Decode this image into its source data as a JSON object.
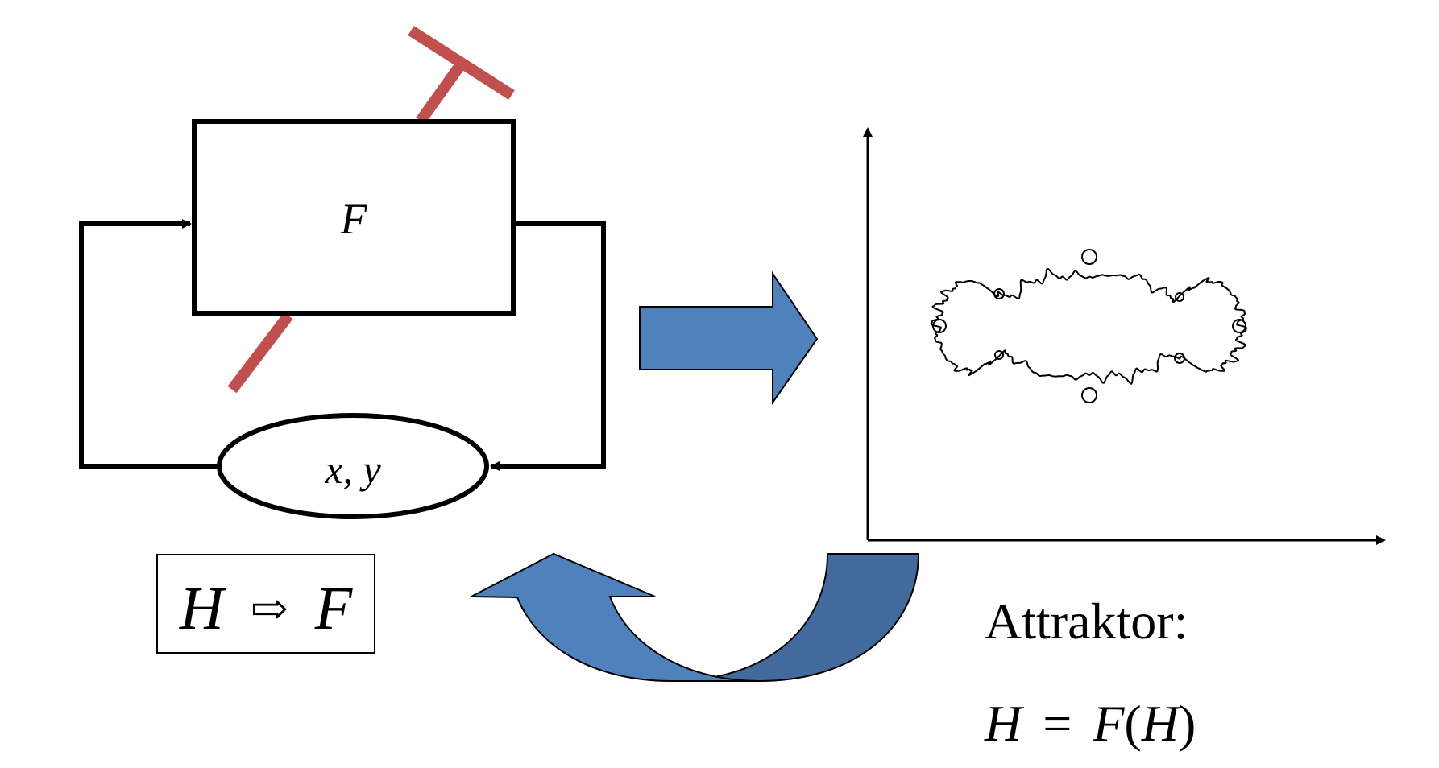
{
  "colors": {
    "stroke": "#000000",
    "tool": "#c0504d",
    "arrow_fill": "#4f81bd",
    "arrow_back_fill": "#426a9c",
    "background": "#ffffff"
  },
  "labels": {
    "box_function": "F",
    "state_vars": "x, y",
    "mapping_from": "H",
    "mapping_arrow": "⇨",
    "mapping_to": "F",
    "attractor_title": "Attraktor:",
    "fixed_point_lhs": "H",
    "fixed_point_eq": "=",
    "fixed_point_rhs_fn": "F",
    "fixed_point_open": "(",
    "fixed_point_arg": "H",
    "fixed_point_close": ")"
  },
  "icons": {
    "forward_arrow": "block-arrow-right",
    "feedback_arrow": "curved-arrow-left",
    "tool": "t-handle-bar",
    "attractor": "julia-set-curve"
  }
}
